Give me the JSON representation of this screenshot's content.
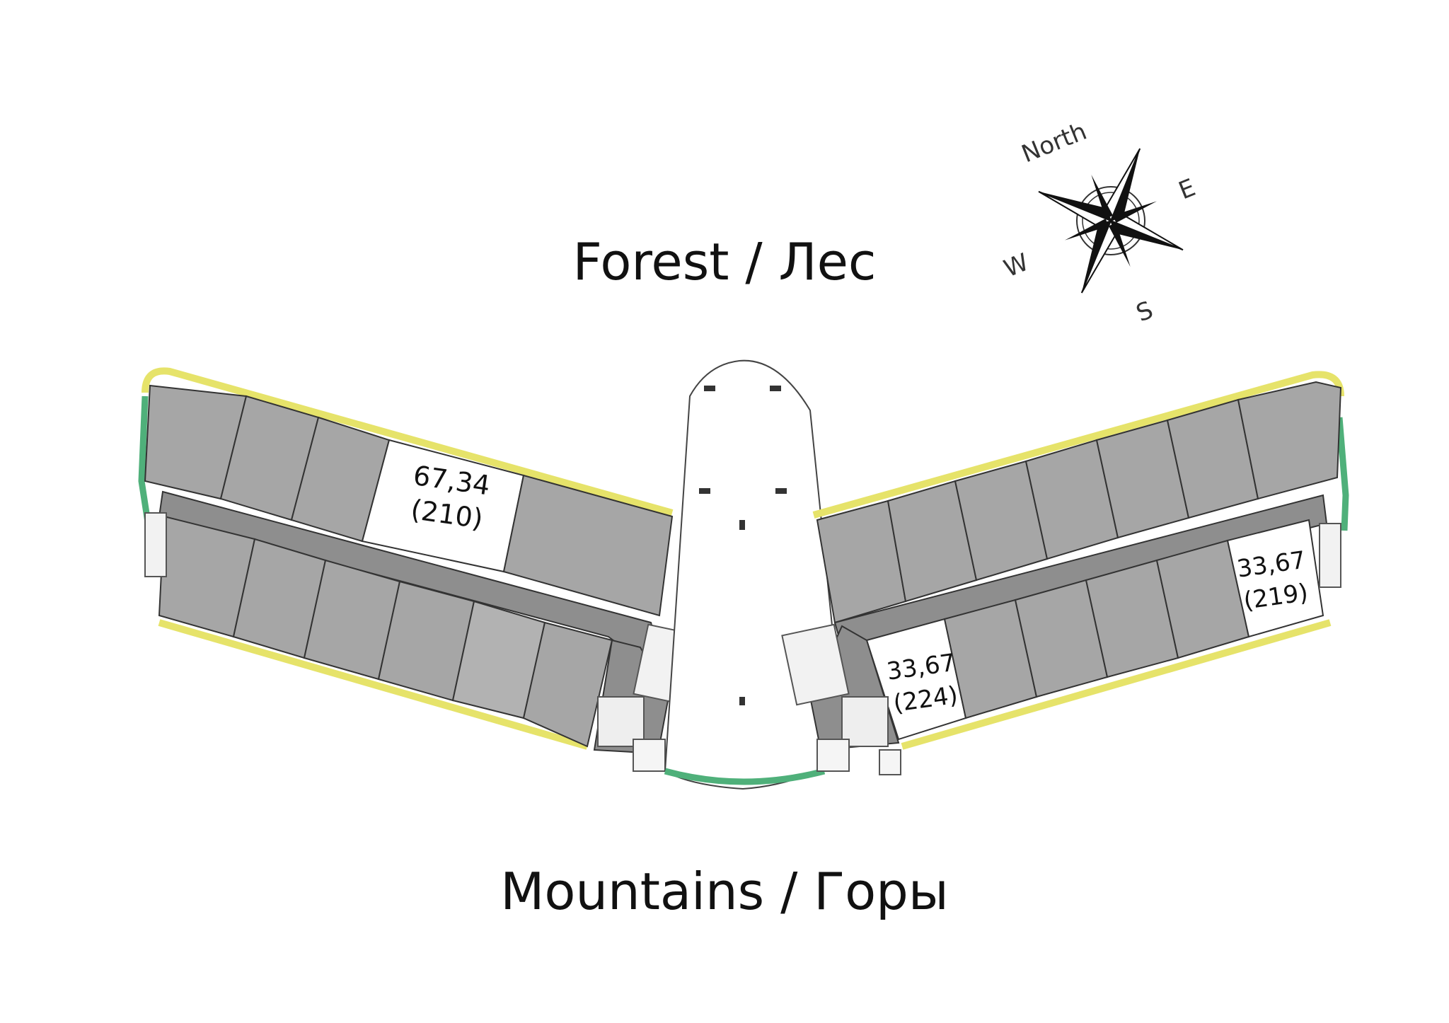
{
  "labels": {
    "forest": "Forest / Лес",
    "mountains": "Mountains / Горы"
  },
  "compass": {
    "north": "North",
    "east": "E",
    "south": "S",
    "west": "W"
  },
  "units": [
    {
      "area": "67,34",
      "number": "(210)"
    },
    {
      "area": "33,67",
      "number": "(219)"
    },
    {
      "area": "33,67",
      "number": "(224)"
    }
  ],
  "colors": {
    "room_gray": "#a6a6a6",
    "corridor_gray": "#8e8e8e",
    "balcony_yellow": "#e6e36a",
    "glass_green": "#4fb07a",
    "available_white": "#ffffff",
    "outline": "#333333"
  }
}
